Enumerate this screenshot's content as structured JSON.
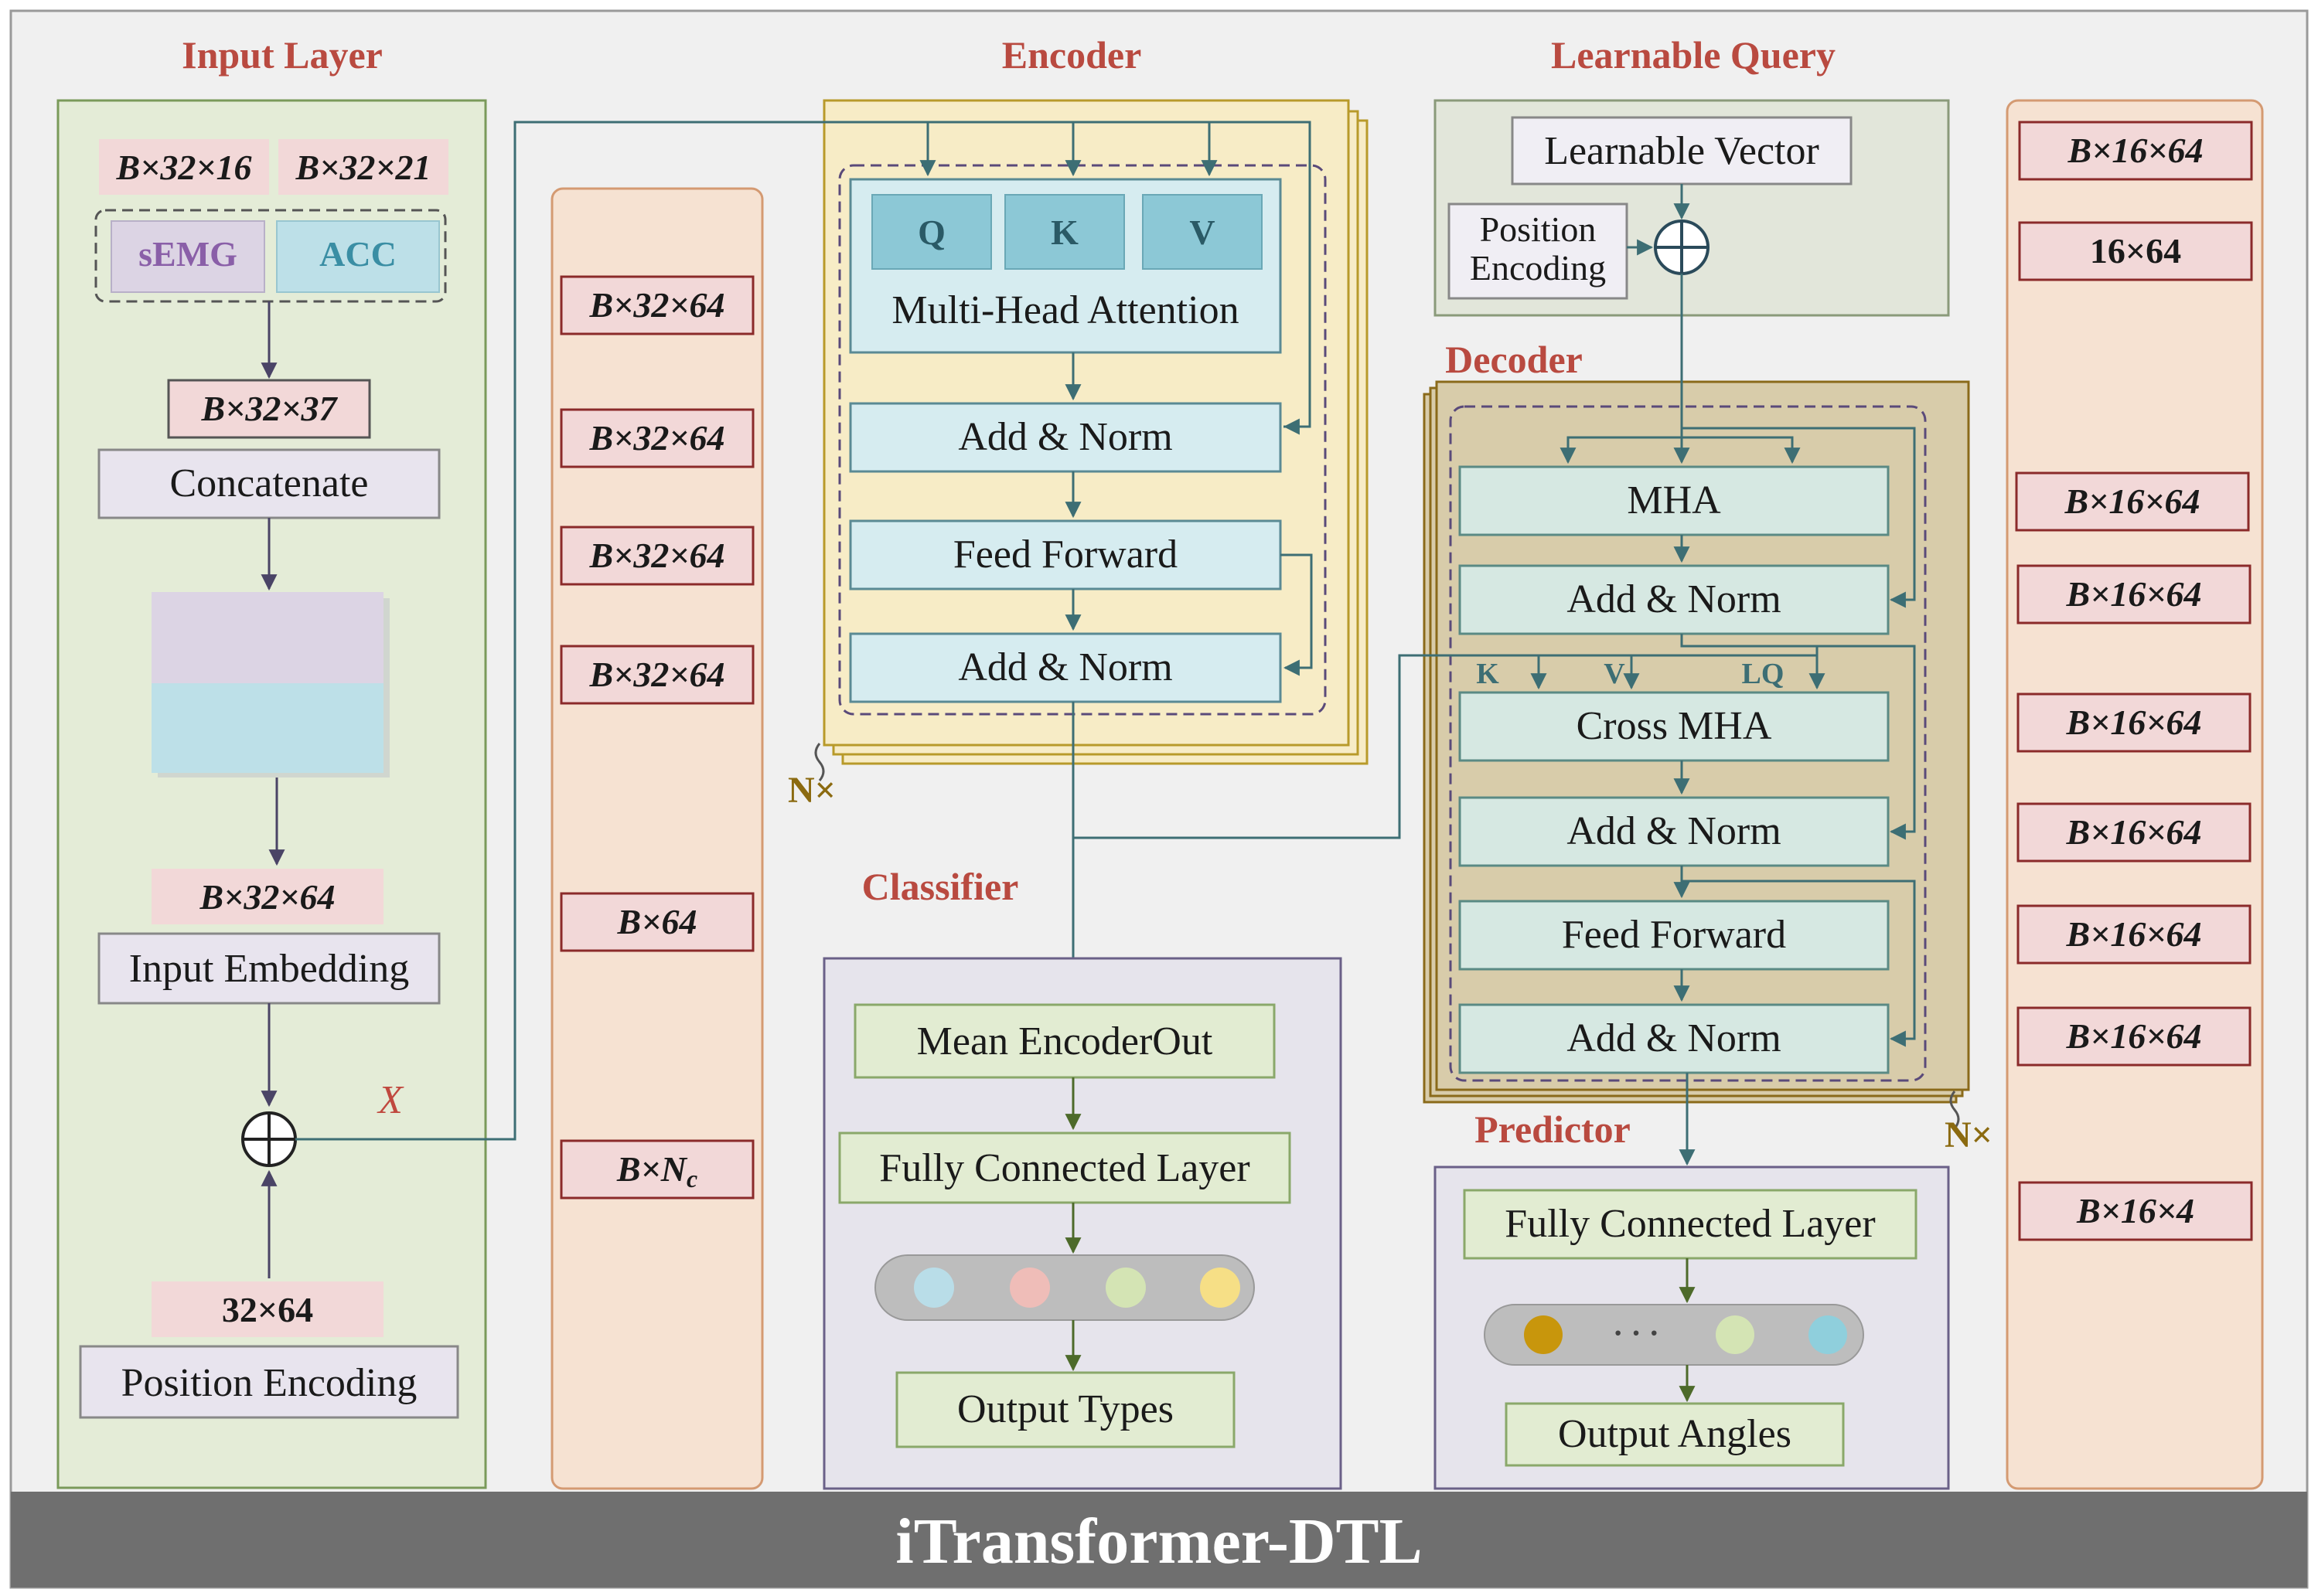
{
  "title": "iTransformer-DTL",
  "colors": {
    "heading": "#b94a40",
    "dimText": "#1a1a1a",
    "arrow": "#3d6e74",
    "inputPanel": "#e4ecd7",
    "dimColumn": "#f6e2d2",
    "encoderPanel": "#f7ecc6",
    "queryPanel": "#e2e6da",
    "decoderPanel": "#d8ccaa",
    "classifierPanel": "#e6e4ec",
    "predictorPanel": "#e6e4ec",
    "footer": "#6f6f6f"
  },
  "input_layer": {
    "heading": "Input Layer",
    "dim_semg": "B×32×16",
    "dim_acc": "B×32×21",
    "semg": "sEMG",
    "acc": "ACC",
    "dim_concat": "B×32×37",
    "concatenate": "Concatenate",
    "dim_embed": "B×32×64",
    "input_embedding": "Input Embedding",
    "x_label": "X",
    "dim_pos": "32×64",
    "position_encoding": "Position Encoding"
  },
  "encoder_dims": [
    "B×32×64",
    "B×32×64",
    "B×32×64",
    "B×32×64",
    "B×64",
    "B×Nc"
  ],
  "encoder": {
    "heading": "Encoder",
    "q": "Q",
    "k": "K",
    "v": "V",
    "mha": "Multi-Head Attention",
    "add_norm_1": "Add & Norm",
    "feed_forward": "Feed Forward",
    "add_norm_2": "Add & Norm",
    "repeat": "N×"
  },
  "classifier": {
    "heading": "Classifier",
    "mean": "Mean EncoderOut",
    "fc": "Fully Connected Layer",
    "output": "Output Types",
    "neuron_colors": [
      "#b9dde8",
      "#efbdb8",
      "#d4e4b4",
      "#f6df86"
    ]
  },
  "learnable_query": {
    "heading": "Learnable Query",
    "vector": "Learnable Vector",
    "position_encoding": "Position Encoding"
  },
  "decoder": {
    "heading": "Decoder",
    "mha": "MHA",
    "add_norm_1": "Add & Norm",
    "k": "K",
    "v": "V",
    "lq": "LQ",
    "cross_mha": "Cross MHA",
    "add_norm_2": "Add & Norm",
    "feed_forward": "Feed Forward",
    "add_norm_3": "Add & Norm",
    "repeat": "N×"
  },
  "predictor": {
    "heading": "Predictor",
    "fc": "Fully Connected Layer",
    "dots": "· · ·",
    "output": "Output Angles",
    "neuron_colors": [
      "#c8960c",
      "#d4e4b4",
      "#8fcfdc"
    ]
  },
  "decoder_dims": [
    "B×16×64",
    "16×64",
    "B×16×64",
    "B×16×64",
    "B×16×64",
    "B×16×64",
    "B×16×64",
    "B×16×64",
    "B×16×4"
  ]
}
